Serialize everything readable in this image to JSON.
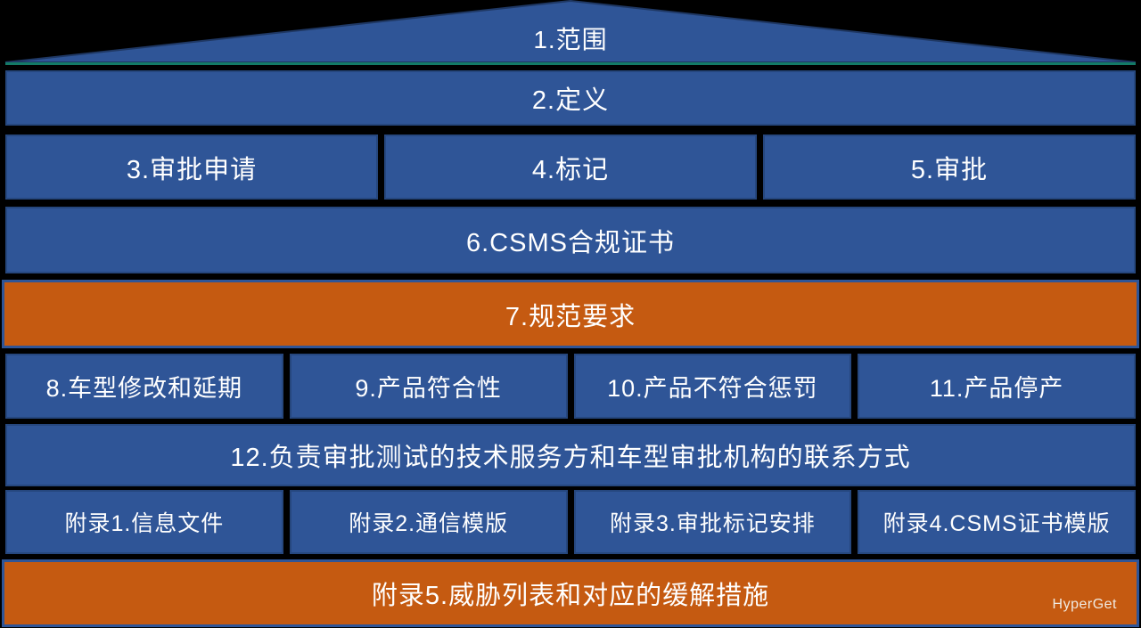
{
  "title_blocks": {
    "scope": "1.范围",
    "definitions": "2.定义",
    "application": "3.审批申请",
    "marking": "4.标记",
    "approval": "5.审批",
    "csms_certificate": "6.CSMS合规证书",
    "specification_requirements": "7.规范要求",
    "model_modification_extension": "8.车型修改和延期",
    "product_conformity": "9.产品符合性",
    "product_nonconformity_penalty": "10.产品不符合惩罚",
    "product_discontinuation": "11.产品停产",
    "contact_info": "12.负责审批测试的技术服务方和车型审批机构的联系方式",
    "annex1": "附录1.信息文件",
    "annex2": "附录2.通信模版",
    "annex3": "附录3.审批标记安排",
    "annex4": "附录4.CSMS证书模版",
    "annex5": "附录5.威胁列表和对应的缓解措施"
  },
  "watermark": "HyperGet",
  "colors": {
    "background": "#000000",
    "block_blue": "#2F5597",
    "block_blue_outline": "#26477E",
    "block_orange": "#C55A11",
    "orange_outline_blue": "#2F5597",
    "roof_baseline_teal": "#137A66",
    "text": "#FFFFFF"
  }
}
